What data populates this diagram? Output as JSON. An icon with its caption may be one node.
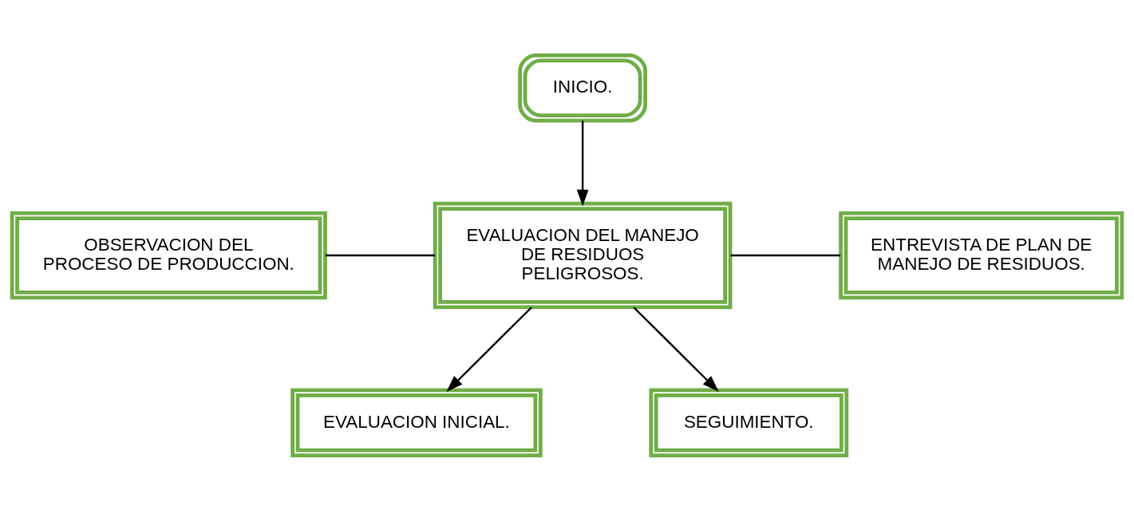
{
  "diagram": {
    "nodes": [
      {
        "text": [
          "INICIO."
        ]
      },
      {
        "text": [
          "OBSERVACION DEL PROCESO DE PRODUCCION."
        ]
      },
      {
        "text": [
          "EVALUACION DEL MANEJO DE RESIDUOS PELIGROSOS."
        ]
      },
      {
        "text": [
          "ENTREVISTA DE PLAN DE MANEJO DE RESIDUOS."
        ]
      },
      {
        "text": [
          "EVALUACION INICIAL."
        ]
      },
      {
        "text": [
          "SEGUIMIENTO."
        ]
      }
    ],
    "edges": [
      {
        "from": 0,
        "to": 2,
        "arrow": "to"
      },
      {
        "from": 1,
        "to": 2,
        "arrow": "none"
      },
      {
        "from": 2,
        "to": 3,
        "arrow": "none"
      },
      {
        "from": 2,
        "to": 4,
        "arrow": "to"
      },
      {
        "from": 2,
        "to": 5,
        "arrow": "to"
      }
    ]
  }
}
